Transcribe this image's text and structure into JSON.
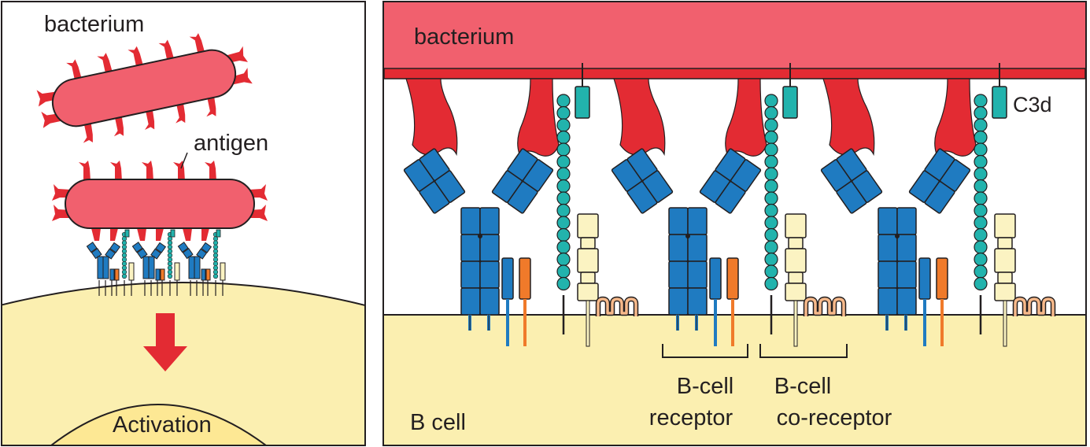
{
  "left_panel": {
    "bacterium_label": "bacterium",
    "antigen_label": "antigen",
    "activation_label": "Activation"
  },
  "right_panel": {
    "bacterium_label": "bacterium",
    "c3d_label": "C3d",
    "b_cell_label": "B cell",
    "bcr_label_line1": "B-cell",
    "bcr_label_line2": "receptor",
    "coreceptor_label_line1": "B-cell",
    "coreceptor_label_line2": "co-receptor"
  },
  "colors": {
    "bacterium": "#f1606e",
    "antigen_red": "#e32b33",
    "antibody_blue": "#1f7bc1",
    "cd21_teal": "#22b3ad",
    "igab_orange": "#f07a2a",
    "cd19_cream": "#fbf3c2",
    "cd81_tan": "#f7b98a",
    "cell_yellow": "#fbefb0",
    "outline": "#231f20"
  }
}
